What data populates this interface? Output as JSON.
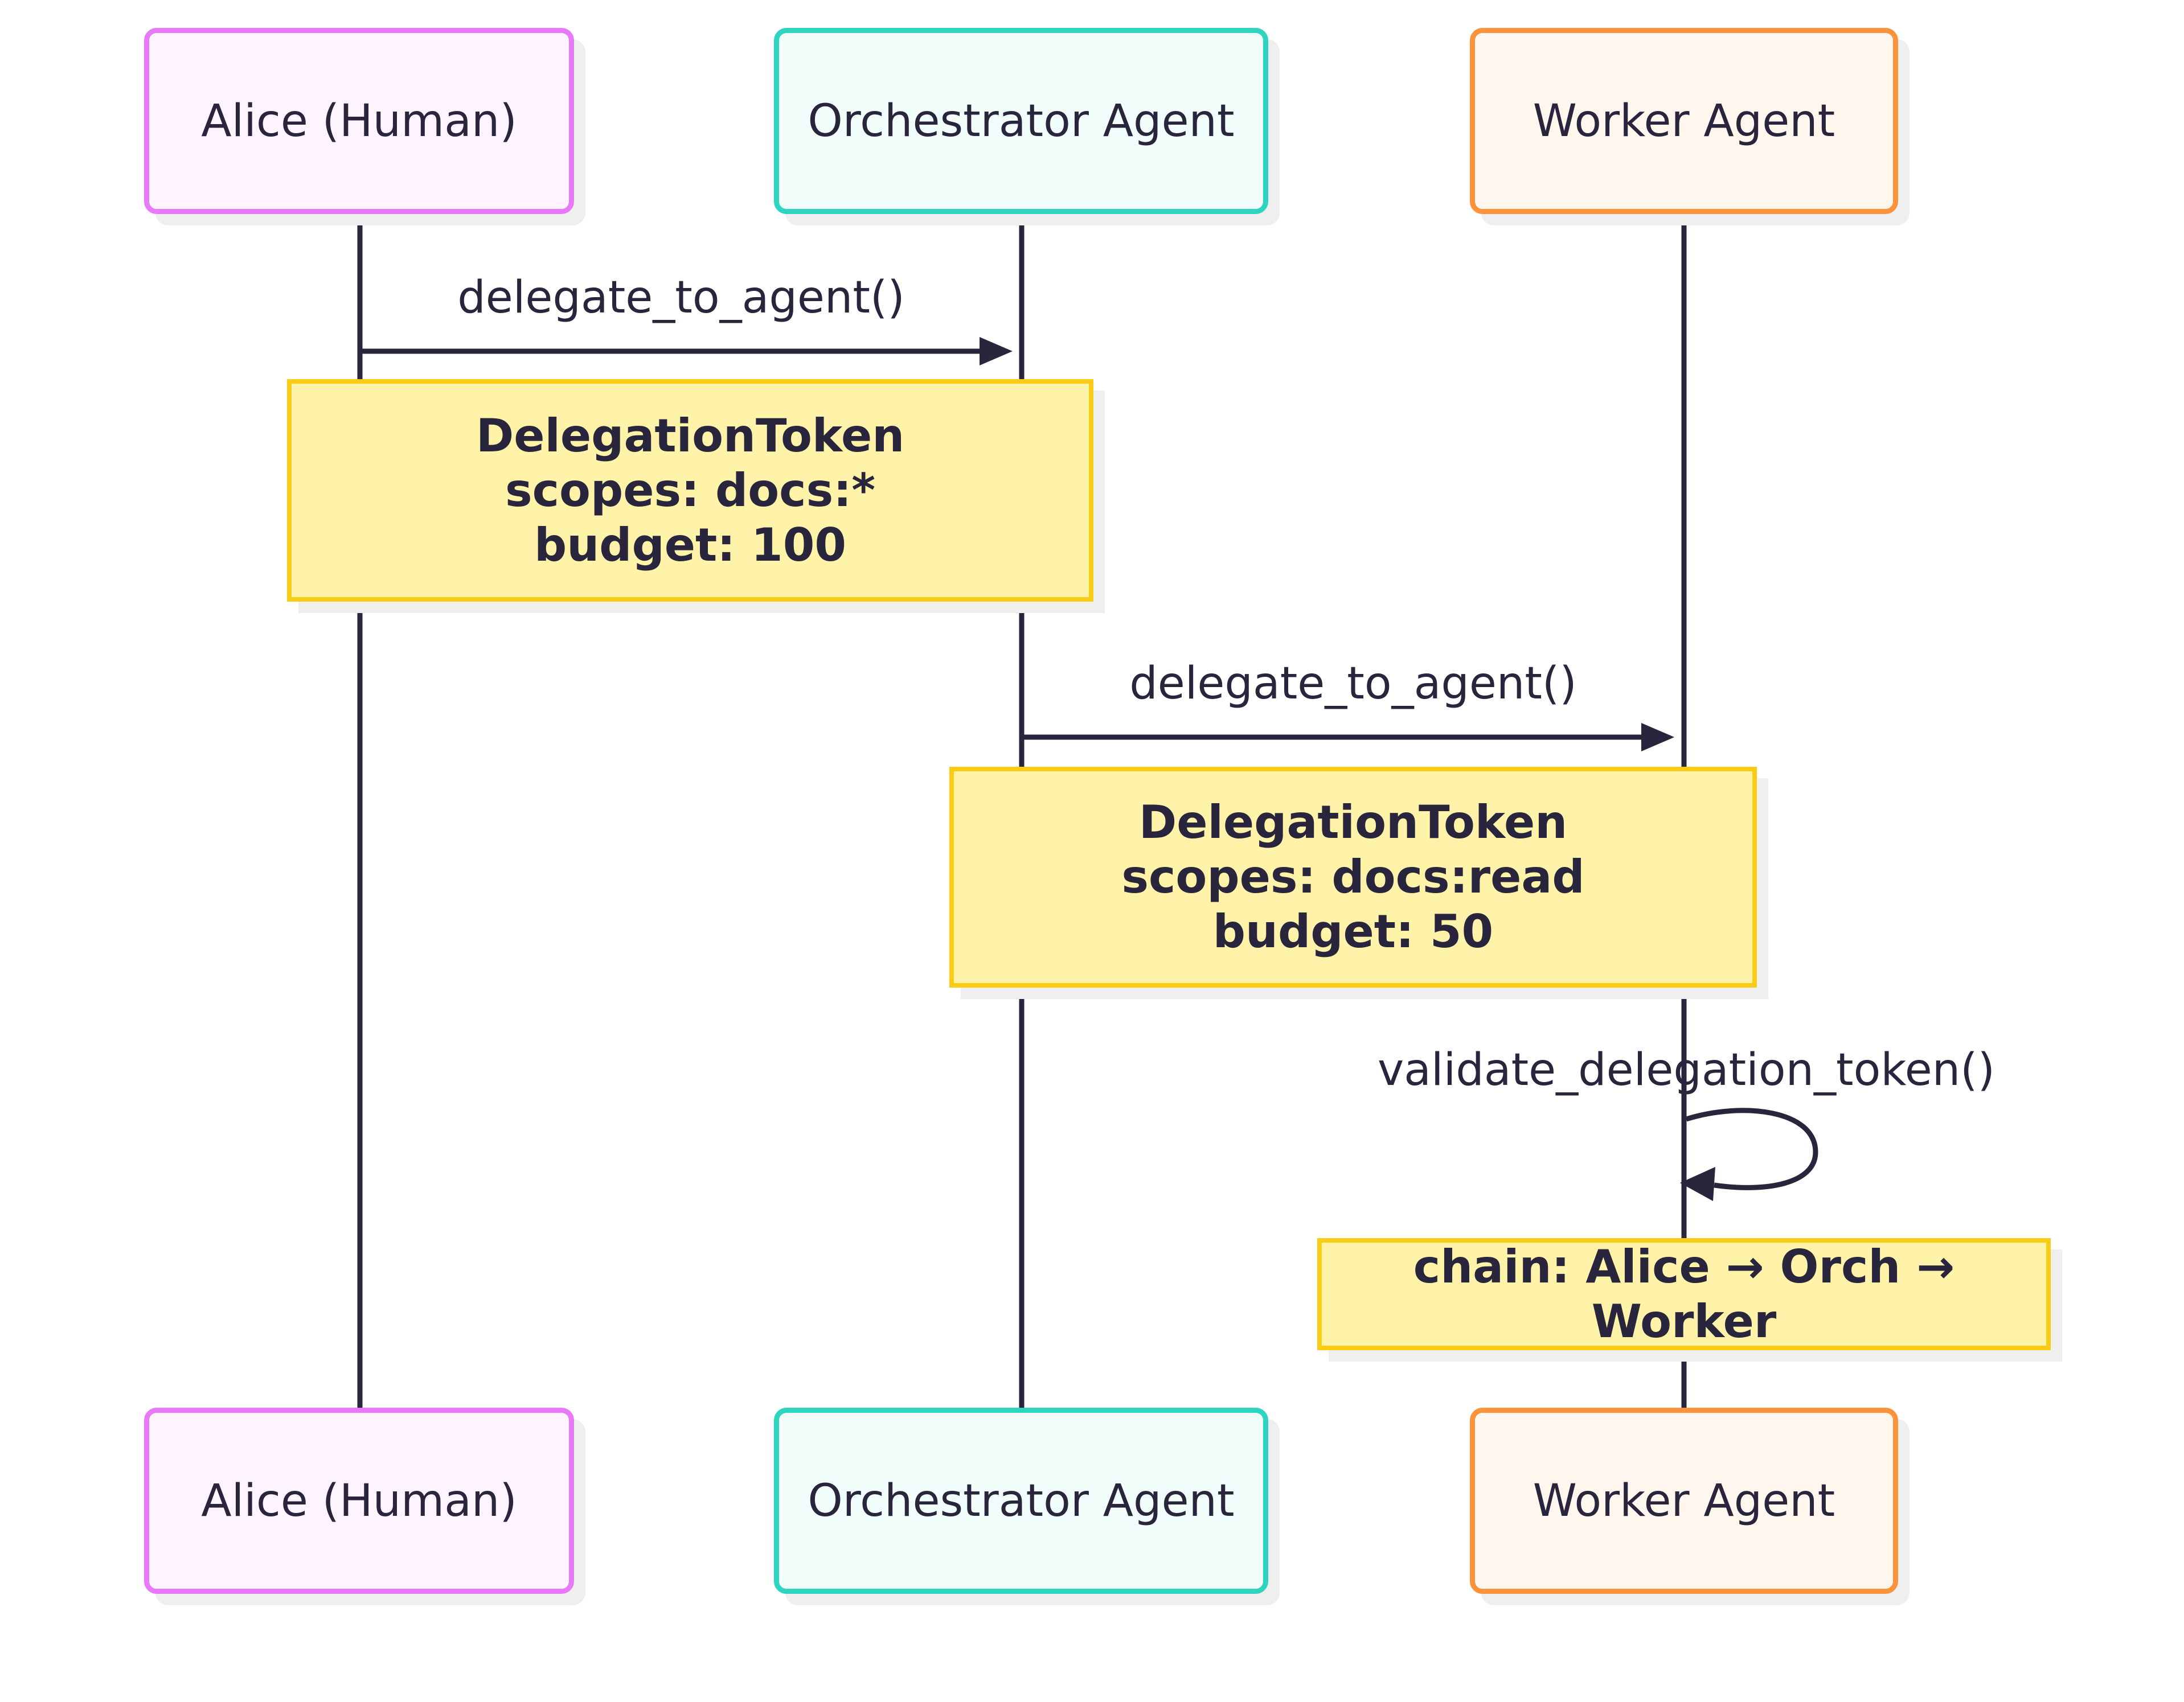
{
  "participants": [
    {
      "id": "alice",
      "label": "Alice (Human)",
      "border": "#e879f9",
      "fill": "#fdf4ff"
    },
    {
      "id": "orchestrator",
      "label": "Orchestrator Agent",
      "border": "#2dd4bf",
      "fill": "#f0fdfa"
    },
    {
      "id": "worker",
      "label": "Worker Agent",
      "border": "#fb923c",
      "fill": "#fff7ed"
    }
  ],
  "messages": [
    {
      "from": "alice",
      "to": "orchestrator",
      "label": "delegate_to_agent()"
    },
    {
      "from": "orchestrator",
      "to": "worker",
      "label": "delegate_to_agent()"
    },
    {
      "from": "worker",
      "to": "worker",
      "label": "validate_delegation_token()"
    }
  ],
  "notes": [
    {
      "over": [
        "alice",
        "orchestrator"
      ],
      "lines": [
        "DelegationToken",
        "scopes: docs:*",
        "budget: 100"
      ]
    },
    {
      "over": [
        "orchestrator",
        "worker"
      ],
      "lines": [
        "DelegationToken",
        "scopes: docs:read",
        "budget: 50"
      ]
    },
    {
      "over": [
        "worker"
      ],
      "lines": [
        "chain: Alice → Orch → Worker"
      ]
    }
  ],
  "colors": {
    "line": "#28253d",
    "note_fill": "#fef3a8",
    "note_border": "#facc15"
  }
}
